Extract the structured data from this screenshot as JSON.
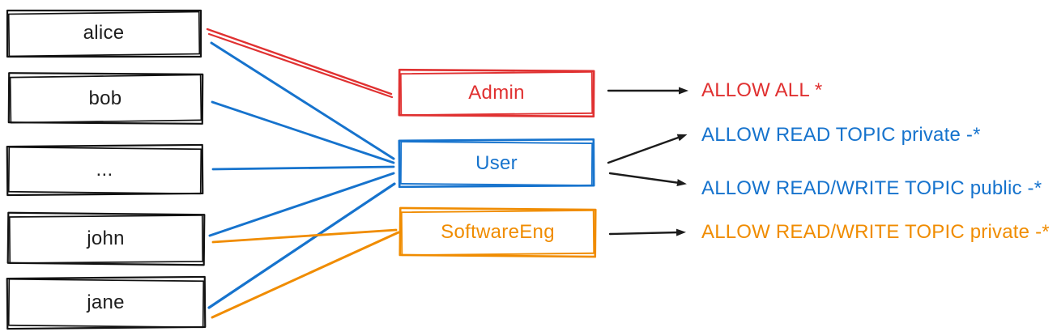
{
  "diagram_title": "user-to-role-to-permission mapping",
  "users": [
    {
      "label": "alice"
    },
    {
      "label": "bob"
    },
    {
      "label": "..."
    },
    {
      "label": "john"
    },
    {
      "label": "jane"
    }
  ],
  "roles": [
    {
      "label": "Admin",
      "color": "#e03131"
    },
    {
      "label": "User",
      "color": "#1673cd"
    },
    {
      "label": "SoftwareEng",
      "color": "#f08c00"
    }
  ],
  "permissions": [
    {
      "label": "ALLOW ALL *",
      "color": "#e03131"
    },
    {
      "label": "ALLOW READ TOPIC private -*",
      "color": "#1673cd"
    },
    {
      "label": "ALLOW READ/WRITE TOPIC public -*",
      "color": "#1673cd"
    },
    {
      "label": "ALLOW READ/WRITE TOPIC private -*",
      "color": "#f08c00"
    }
  ],
  "assignments": [
    {
      "user": "alice",
      "role": "Admin"
    },
    {
      "user": "alice",
      "role": "User"
    },
    {
      "user": "bob",
      "role": "User"
    },
    {
      "user": "...",
      "role": "User"
    },
    {
      "user": "john",
      "role": "User"
    },
    {
      "user": "john",
      "role": "SoftwareEng"
    },
    {
      "user": "jane",
      "role": "User"
    },
    {
      "user": "jane",
      "role": "SoftwareEng"
    }
  ],
  "grants": [
    {
      "role": "Admin",
      "permission": "ALLOW ALL *"
    },
    {
      "role": "User",
      "permission": "ALLOW READ TOPIC private -*"
    },
    {
      "role": "User",
      "permission": "ALLOW READ/WRITE TOPIC public -*"
    },
    {
      "role": "SoftwareEng",
      "permission": "ALLOW READ/WRITE TOPIC private -*"
    }
  ],
  "colors": {
    "box_stroke": "#121212",
    "user_text": "#1e1e1e",
    "arrow": "#1c1c1c"
  }
}
